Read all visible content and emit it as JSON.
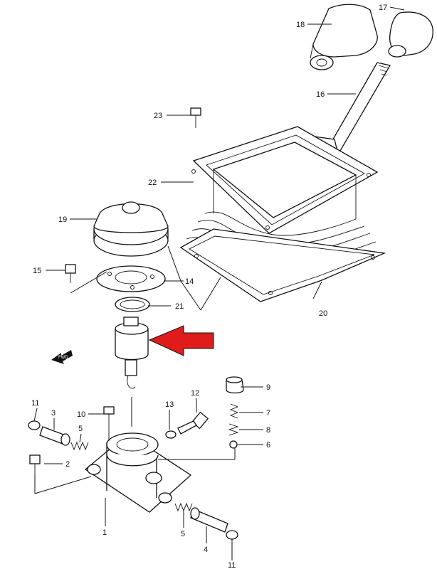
{
  "callouts": {
    "c1": "1",
    "c2": "2",
    "c3": "3",
    "c4": "4",
    "c5a": "5",
    "c5b": "5",
    "c6": "6",
    "c7": "7",
    "c8": "8",
    "c9": "9",
    "c10": "10",
    "c11a": "11",
    "c11b": "11",
    "c12": "12",
    "c13": "13",
    "c14": "14",
    "c15": "15",
    "c16": "16",
    "c17": "17",
    "c18": "18",
    "c19": "19",
    "c20": "20",
    "c21": "21",
    "c22": "22",
    "c23": "23"
  },
  "fwd_label": "FWD",
  "highlight_color": "#e01b1b",
  "line_color": "#111111",
  "icons": {
    "highlight": "red-arrow-icon",
    "direction": "fwd-arrow-icon"
  }
}
